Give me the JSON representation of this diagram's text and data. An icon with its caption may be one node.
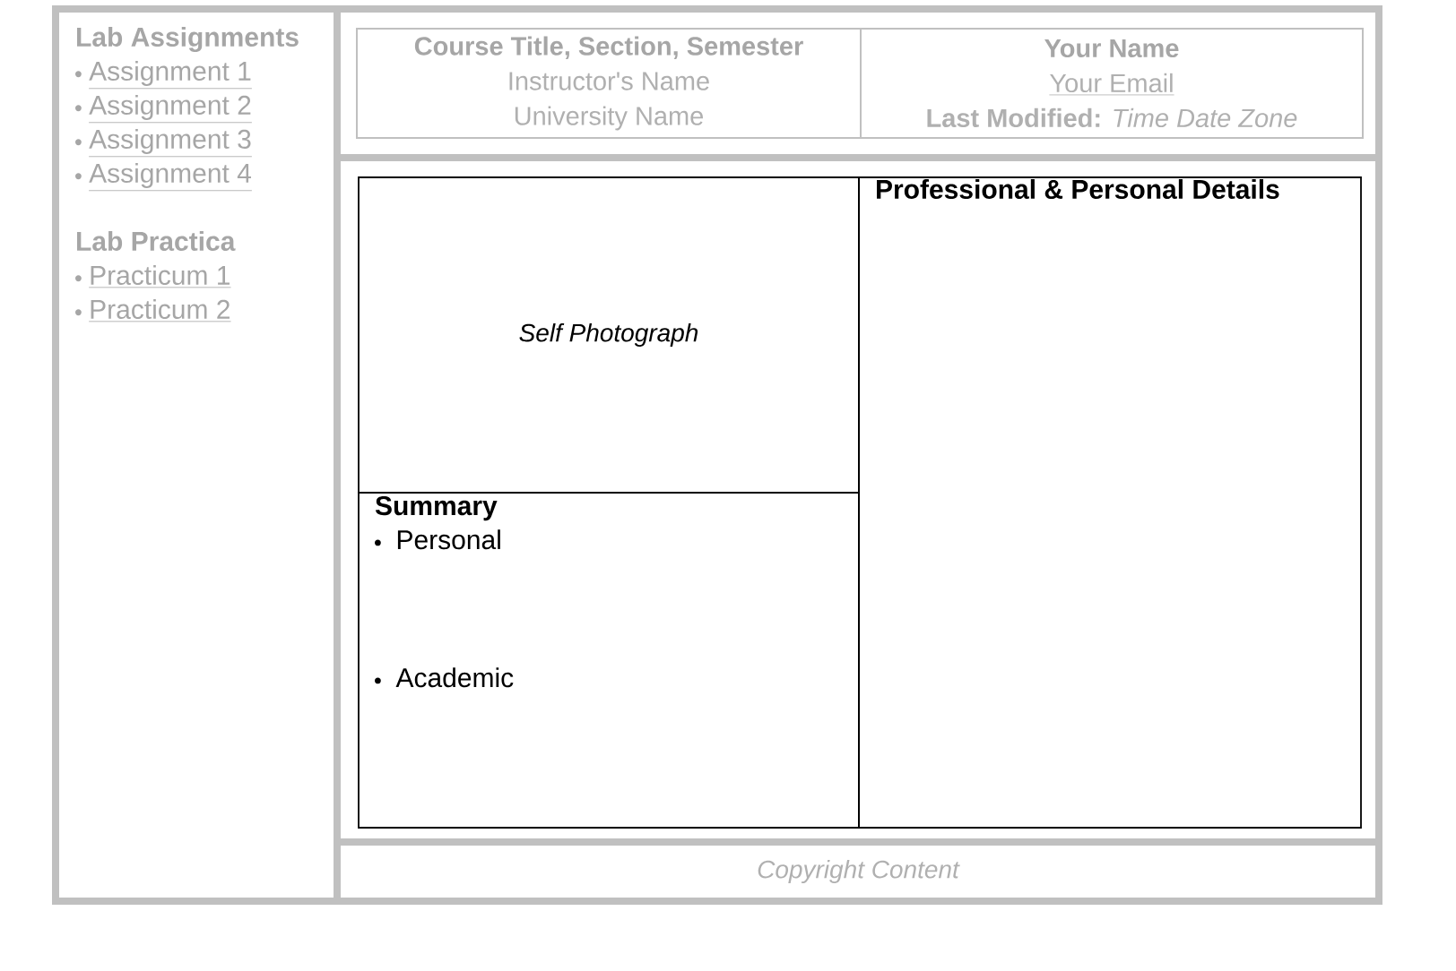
{
  "diagram": {
    "nodes": [
      {
        "text": [
          "Lab Assignments",
          "Assignment 1",
          "Assignment 2",
          "Assignment 3",
          "Assignment 4",
          "Lab Practica",
          "Practicum 1",
          "Practicum 2"
        ]
      },
      {
        "text": [
          "Course Title, Section, Semester",
          "Instructor's Name",
          "University Name"
        ]
      },
      {
        "text": [
          "Your Name",
          "Your Email",
          "**Last Modified:** *Time Date Zone*"
        ]
      },
      {
        "text": [
          "Self Photograph"
        ]
      },
      {
        "text": [
          "Summary",
          "Personal",
          "Academic"
        ]
      },
      {
        "text": [
          "Professional & Personal Details"
        ]
      },
      {
        "text": [
          "Copyright Content"
        ]
      }
    ]
  }
}
